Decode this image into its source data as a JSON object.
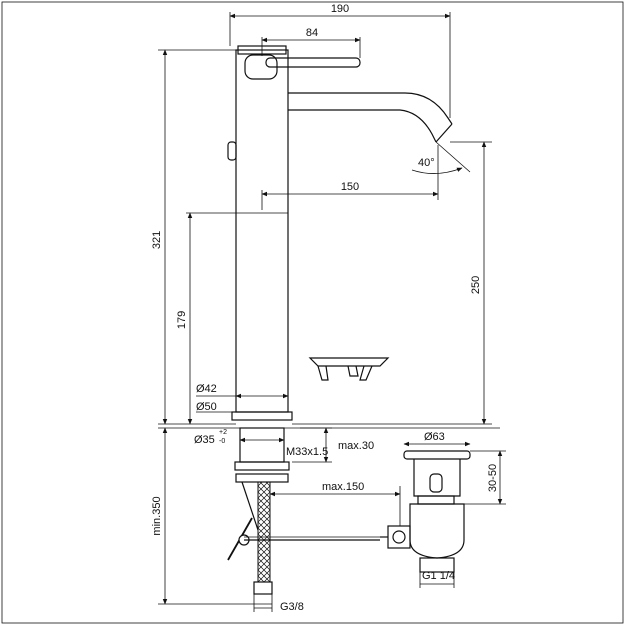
{
  "dimensions": {
    "total_width": "190",
    "lever_length": "84",
    "spout_reach": "150",
    "total_height": "321",
    "lower_body_height": "179",
    "spout_height": "250",
    "spout_angle": "40°",
    "body_diameter_small": "Ø42",
    "body_diameter_large": "Ø50",
    "hole_diameter_main": "Ø35",
    "hole_diameter_tolerance_upper": "+2",
    "hole_diameter_tolerance_lower": "-0",
    "thread": "M33x1.5",
    "max_deck_thickness": "max.30",
    "max_distance": "max.150",
    "min_hose_length": "min.350",
    "hose_connector": "G3/8",
    "waste_diameter": "Ø63",
    "waste_height_range": "30-50",
    "waste_thread": "G1 1/4"
  }
}
